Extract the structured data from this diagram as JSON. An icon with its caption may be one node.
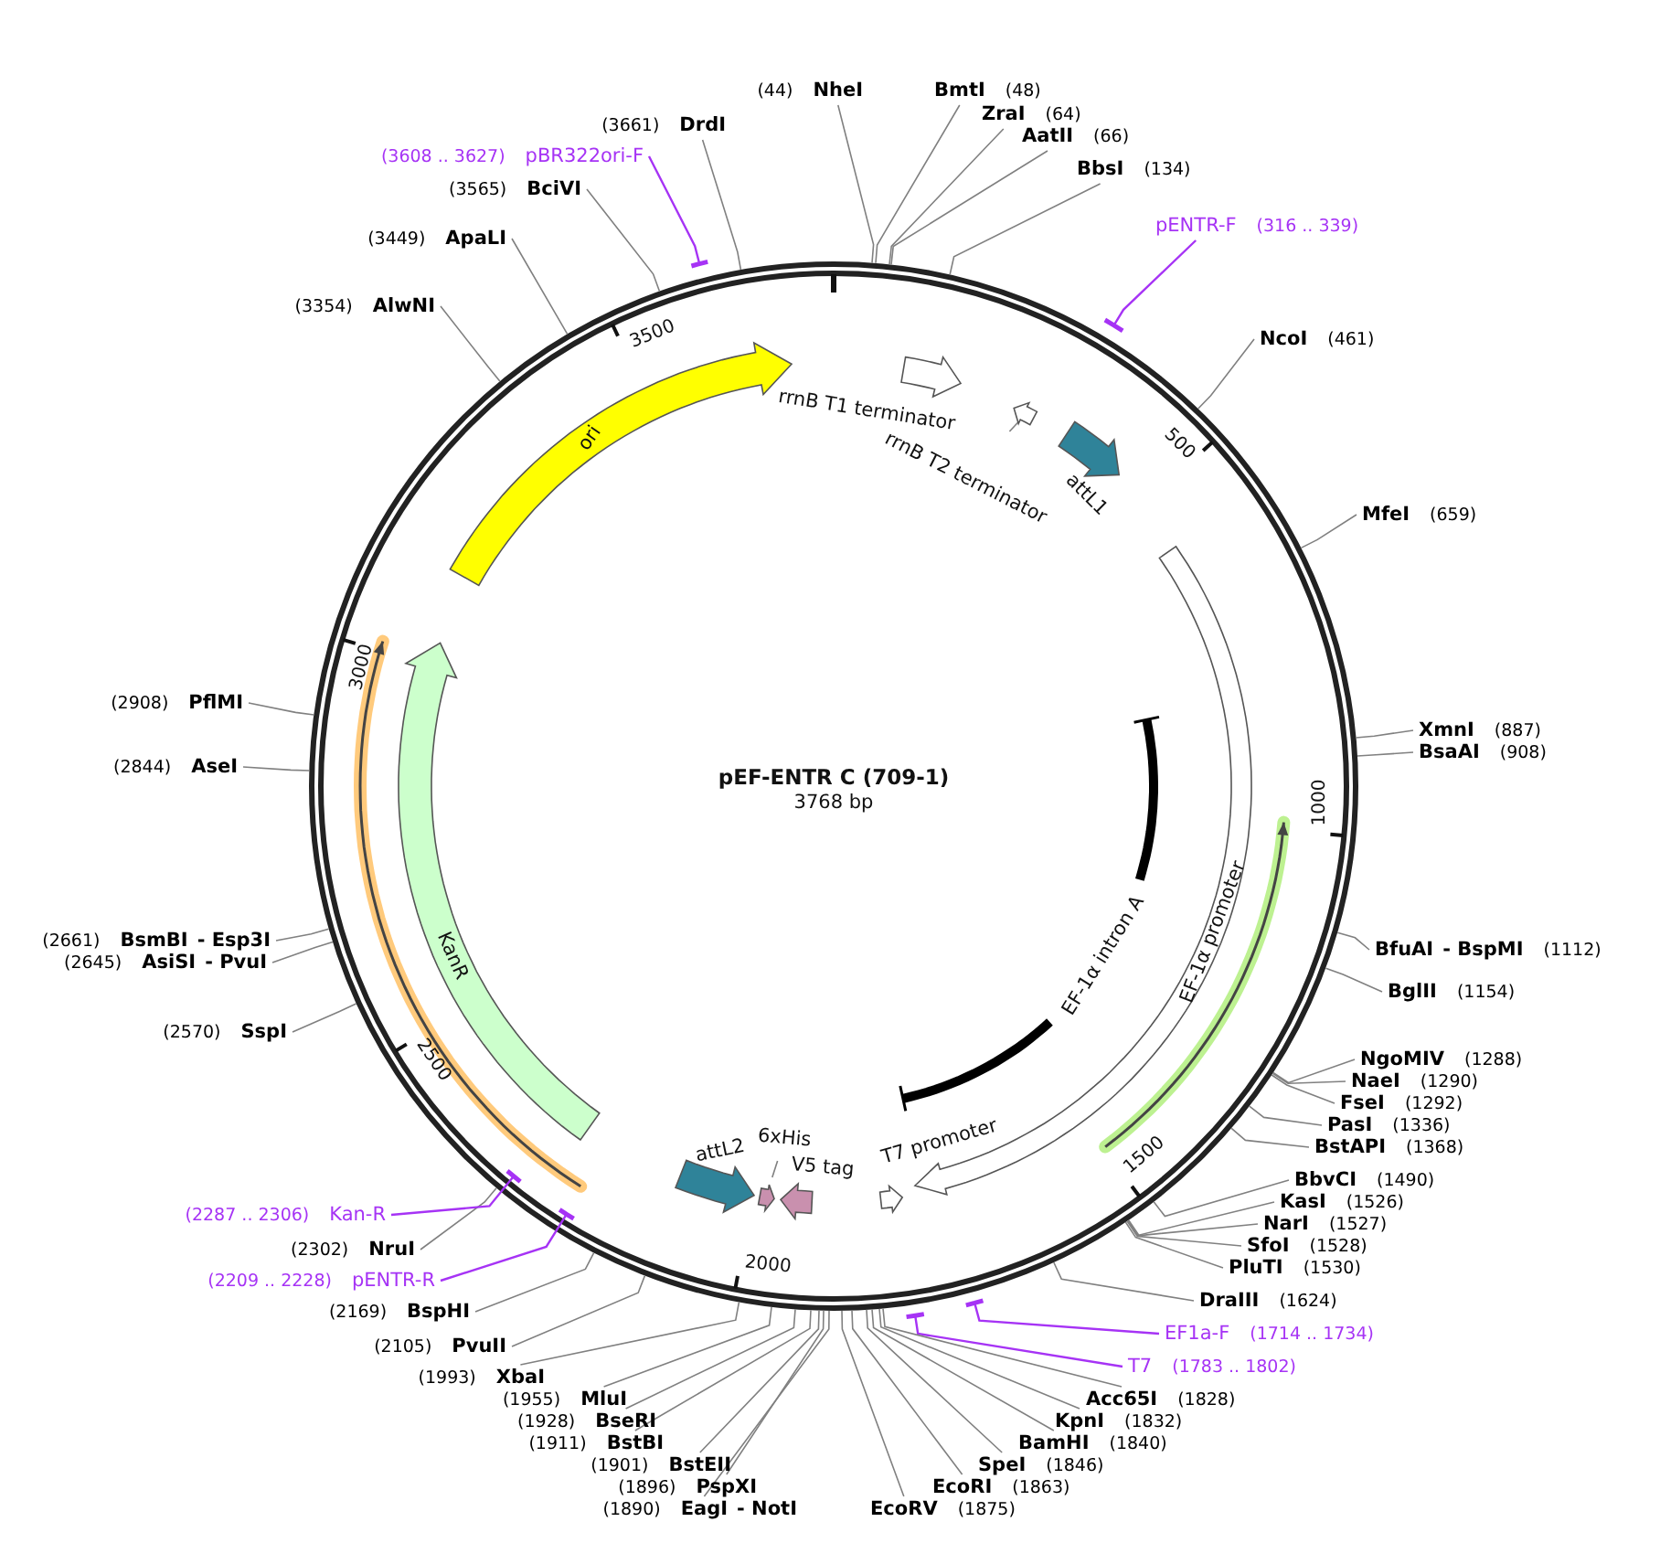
{
  "diagram": {
    "title": "pEF-ENTR C (709-1)",
    "nodes": [
      {
        "text": [
          "(44)",
          "NheI"
        ]
      },
      {
        "text": [
          "BmtI",
          "(48)"
        ]
      },
      {
        "text": [
          "ZraI",
          "(64)"
        ]
      },
      {
        "text": [
          "AatII",
          "(66)"
        ]
      },
      {
        "text": [
          "BbsI",
          "(134)"
        ]
      },
      {
        "text": [
          "pENTR-F",
          "(316 .. 339)"
        ]
      },
      {
        "text": [
          "NcoI",
          "(461)"
        ]
      },
      {
        "text": [
          "MfeI",
          "(659)"
        ]
      },
      {
        "text": [
          "XmnI",
          "(887)"
        ]
      },
      {
        "text": [
          "BsaAI",
          "(908)"
        ]
      },
      {
        "text": [
          "BfuAI",
          "- BspMI",
          "(1112)"
        ]
      },
      {
        "text": [
          "BglII",
          "(1154)"
        ]
      },
      {
        "text": [
          "NgoMIV",
          "(1288)"
        ]
      },
      {
        "text": [
          "NaeI",
          "(1290)"
        ]
      },
      {
        "text": [
          "FseI",
          "(1292)"
        ]
      },
      {
        "text": [
          "PasI",
          "(1336)"
        ]
      },
      {
        "text": [
          "BstAPI",
          "(1368)"
        ]
      },
      {
        "text": [
          "BbvCI",
          "(1490)"
        ]
      },
      {
        "text": [
          "KasI",
          "(1526)"
        ]
      },
      {
        "text": [
          "NarI",
          "(1527)"
        ]
      },
      {
        "text": [
          "SfoI",
          "(1528)"
        ]
      },
      {
        "text": [
          "PluTI",
          "(1530)"
        ]
      },
      {
        "text": [
          "DraIII",
          "(1624)"
        ]
      },
      {
        "text": [
          "EF1a-F",
          "(1714 .. 1734)"
        ]
      },
      {
        "text": [
          "T7",
          "(1783 .. 1802)"
        ]
      },
      {
        "text": [
          "Acc65I",
          "(1828)"
        ]
      },
      {
        "text": [
          "KpnI",
          "(1832)"
        ]
      },
      {
        "text": [
          "BamHI",
          "(1840)"
        ]
      },
      {
        "text": [
          "SpeI",
          "(1846)"
        ]
      },
      {
        "text": [
          "EcoRI",
          "(1863)"
        ]
      },
      {
        "text": [
          "EcoRV",
          "(1875)"
        ]
      },
      {
        "text": [
          "(1890)",
          "EagI",
          "- NotI"
        ]
      },
      {
        "text": [
          "(1896)",
          "PspXI"
        ]
      },
      {
        "text": [
          "(1901)",
          "BstEII"
        ]
      },
      {
        "text": [
          "(1911)",
          "BstBI"
        ]
      },
      {
        "text": [
          "(1928)",
          "BseRI"
        ]
      },
      {
        "text": [
          "(1955)",
          "MluI"
        ]
      },
      {
        "text": [
          "(1993)",
          "XbaI"
        ]
      },
      {
        "text": [
          "(2105)",
          "PvuII"
        ]
      },
      {
        "text": [
          "(2169)",
          "BspHI"
        ]
      },
      {
        "text": [
          "(2209 .. 2228)",
          "pENTR-R"
        ]
      },
      {
        "text": [
          "(2302)",
          "NruI"
        ]
      },
      {
        "text": [
          "(2287 .. 2306)",
          "Kan-R"
        ]
      },
      {
        "text": [
          "(2570)",
          "SspI"
        ]
      },
      {
        "text": [
          "(2645)",
          "AsiSI",
          "- PvuI"
        ]
      },
      {
        "text": [
          "(2661)",
          "BsmBI",
          "- Esp3I"
        ]
      },
      {
        "text": [
          "(2844)",
          "AseI"
        ]
      },
      {
        "text": [
          "(2908)",
          "PflMI"
        ]
      },
      {
        "text": [
          "(3354)",
          "AlwNI"
        ]
      },
      {
        "text": [
          "(3449)",
          "ApaLI"
        ]
      },
      {
        "text": [
          "(3565)",
          "BciVI"
        ]
      },
      {
        "text": [
          "(3608 .. 3627)",
          "pBR322ori-F"
        ]
      },
      {
        "text": [
          "(3661)",
          "DrdI"
        ]
      },
      {
        "text": [
          "ori"
        ]
      },
      {
        "text": [
          "rrnB T1 terminator"
        ]
      },
      {
        "text": [
          "rrnB T2 terminator"
        ]
      },
      {
        "text": [],
        "shape": "arrow"
      },
      {
        "text": [
          "attL1"
        ]
      },
      {
        "text": [
          "EF-1α promoter"
        ]
      },
      {
        "text": [
          "EF-1α intron A"
        ]
      },
      {
        "text": [
          "T7 promoter"
        ]
      },
      {
        "text": [
          "V5 tag"
        ]
      },
      {
        "text": [
          "6xHis"
        ]
      },
      {
        "text": [],
        "shape": "arrow"
      },
      {
        "text": [
          "attL2"
        ]
      },
      {
        "text": [
          "KanR"
        ]
      }
    ],
    "edges": [
      {
        "from": 0,
        "to": null,
        "arrow": "none"
      },
      {
        "from": 1,
        "to": null,
        "arrow": "none"
      },
      {
        "from": 2,
        "to": null,
        "arrow": "none"
      },
      {
        "from": 3,
        "to": null,
        "arrow": "none"
      },
      {
        "from": 4,
        "to": null,
        "arrow": "none"
      },
      {
        "from": 5,
        "to": null,
        "arrow": "none",
        "color": "#a633f5"
      },
      {
        "from": 6,
        "to": null,
        "arrow": "none"
      },
      {
        "from": 7,
        "to": null,
        "arrow": "none"
      },
      {
        "from": 8,
        "to": null,
        "arrow": "none"
      },
      {
        "from": 9,
        "to": null,
        "arrow": "none"
      },
      {
        "from": 10,
        "to": null,
        "arrow": "none"
      },
      {
        "from": 11,
        "to": null,
        "arrow": "none"
      },
      {
        "from": 12,
        "to": null,
        "arrow": "none"
      },
      {
        "from": 13,
        "to": null,
        "arrow": "none"
      },
      {
        "from": 14,
        "to": null,
        "arrow": "none"
      },
      {
        "from": 15,
        "to": null,
        "arrow": "none"
      },
      {
        "from": 16,
        "to": null,
        "arrow": "none"
      },
      {
        "from": 17,
        "to": null,
        "arrow": "none"
      },
      {
        "from": 18,
        "to": null,
        "arrow": "none"
      },
      {
        "from": 19,
        "to": null,
        "arrow": "none"
      },
      {
        "from": 20,
        "to": null,
        "arrow": "none"
      },
      {
        "from": 21,
        "to": null,
        "arrow": "none"
      },
      {
        "from": 22,
        "to": null,
        "arrow": "none"
      },
      {
        "from": 23,
        "to": null,
        "arrow": "none",
        "color": "#a633f5"
      },
      {
        "from": 24,
        "to": null,
        "arrow": "none",
        "color": "#a633f5"
      },
      {
        "from": 25,
        "to": null,
        "arrow": "none"
      },
      {
        "from": 26,
        "to": null,
        "arrow": "none"
      },
      {
        "from": 27,
        "to": null,
        "arrow": "none"
      },
      {
        "from": 28,
        "to": null,
        "arrow": "none"
      },
      {
        "from": 29,
        "to": null,
        "arrow": "none"
      },
      {
        "from": 30,
        "to": null,
        "arrow": "none"
      },
      {
        "from": 31,
        "to": null,
        "arrow": "none"
      },
      {
        "from": 32,
        "to": null,
        "arrow": "none"
      },
      {
        "from": 33,
        "to": null,
        "arrow": "none"
      },
      {
        "from": 34,
        "to": null,
        "arrow": "none"
      },
      {
        "from": 35,
        "to": null,
        "arrow": "none"
      },
      {
        "from": 36,
        "to": null,
        "arrow": "none"
      },
      {
        "from": 37,
        "to": null,
        "arrow": "none"
      },
      {
        "from": 38,
        "to": null,
        "arrow": "none"
      },
      {
        "from": 39,
        "to": null,
        "arrow": "none"
      },
      {
        "from": 40,
        "to": null,
        "arrow": "none",
        "color": "#a633f5"
      },
      {
        "from": 41,
        "to": null,
        "arrow": "none"
      },
      {
        "from": 42,
        "to": null,
        "arrow": "none",
        "color": "#a633f5"
      },
      {
        "from": 43,
        "to": null,
        "arrow": "none"
      },
      {
        "from": 44,
        "to": null,
        "arrow": "none"
      },
      {
        "from": 45,
        "to": null,
        "arrow": "none"
      },
      {
        "from": 46,
        "to": null,
        "arrow": "none"
      },
      {
        "from": 47,
        "to": null,
        "arrow": "none"
      },
      {
        "from": 48,
        "to": null,
        "arrow": "none"
      },
      {
        "from": 49,
        "to": null,
        "arrow": "none"
      },
      {
        "from": 50,
        "to": null,
        "arrow": "none"
      },
      {
        "from": 51,
        "to": null,
        "arrow": "none",
        "color": "#a633f5"
      },
      {
        "from": 52,
        "to": null,
        "arrow": "none"
      },
      {
        "from": 55,
        "to": 56,
        "arrow": "none"
      },
      {
        "from": 62,
        "to": 63,
        "arrow": "none"
      }
    ],
    "labels": [
      "3500",
      "500",
      "3000",
      "3768 bp",
      "1000",
      "2500",
      "1500",
      "2000"
    ]
  }
}
